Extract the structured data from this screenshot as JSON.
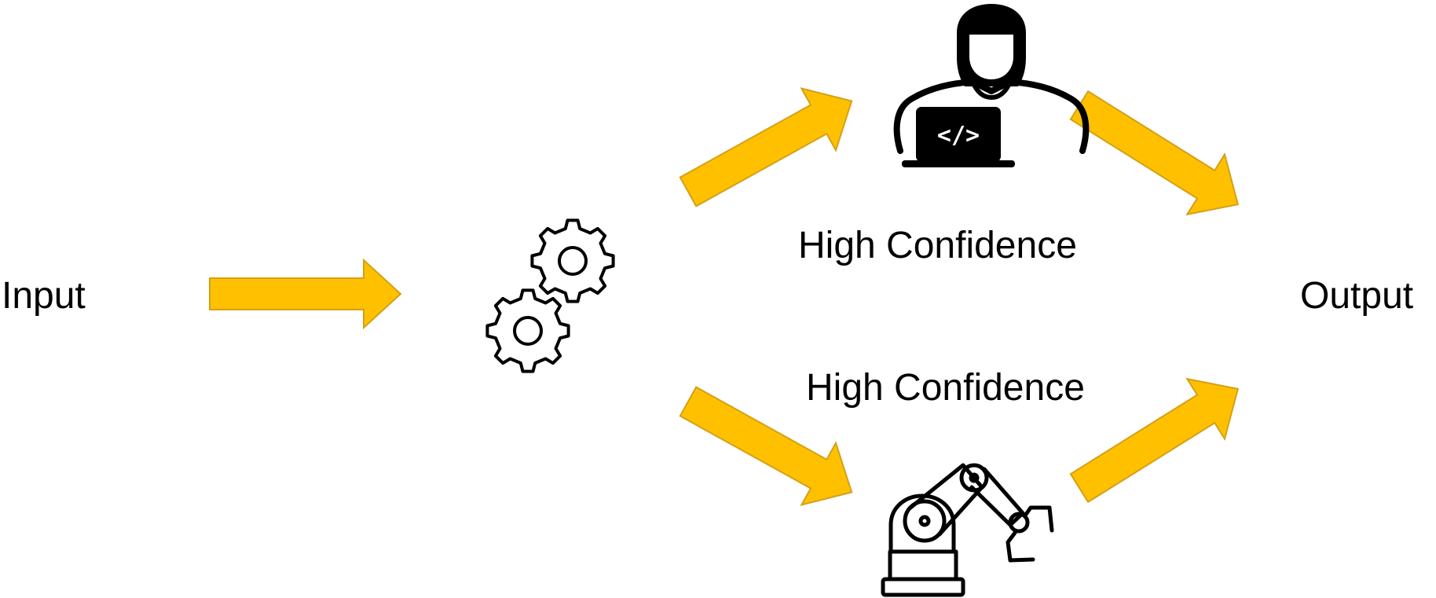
{
  "labels": {
    "input": "Input",
    "output": "Output",
    "top_branch": "High Confidence",
    "bottom_branch": "High Confidence"
  },
  "icons": {
    "processor": "gears-icon",
    "top": "developer-at-laptop-icon",
    "top_laptop_code": "</>",
    "bottom": "robotic-arm-icon"
  },
  "colors": {
    "arrow_fill": "#FFC000",
    "arrow_stroke": "#D4A017",
    "icon": "#000000",
    "background": "#FFFFFF"
  }
}
